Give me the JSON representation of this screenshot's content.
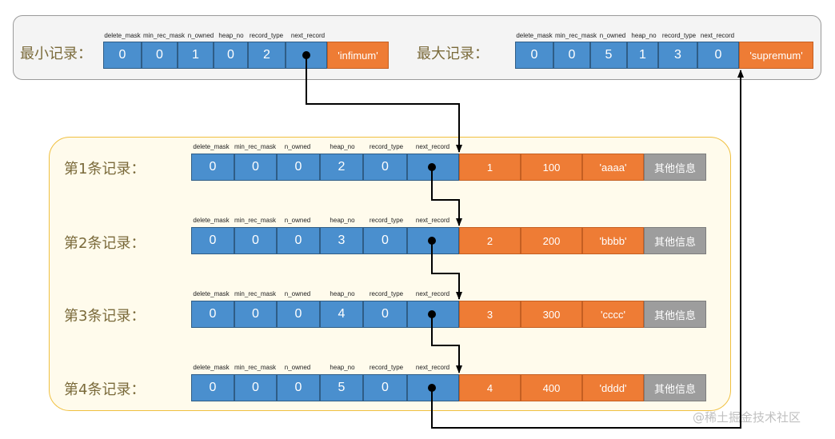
{
  "columns": [
    "delete_mask",
    "min_rec_mask",
    "n_owned",
    "heap_no",
    "record_type",
    "next_record"
  ],
  "infimum": {
    "label": "最小记录：",
    "values": [
      "0",
      "0",
      "1",
      "0",
      "2"
    ],
    "tag": "'infimum'"
  },
  "supremum": {
    "label": "最大记录：",
    "values": [
      "0",
      "0",
      "5",
      "1",
      "3",
      "0"
    ],
    "tag": "'supremum'"
  },
  "records": [
    {
      "label": "第1条记录：",
      "header": [
        "0",
        "0",
        "0",
        "2",
        "0"
      ],
      "data": [
        "1",
        "100",
        "'aaaa'"
      ],
      "other": "其他信息"
    },
    {
      "label": "第2条记录：",
      "header": [
        "0",
        "0",
        "0",
        "3",
        "0"
      ],
      "data": [
        "2",
        "200",
        "'bbbb'"
      ],
      "other": "其他信息"
    },
    {
      "label": "第3条记录：",
      "header": [
        "0",
        "0",
        "0",
        "4",
        "0"
      ],
      "data": [
        "3",
        "300",
        "'cccc'"
      ],
      "other": "其他信息"
    },
    {
      "label": "第4条记录：",
      "header": [
        "0",
        "0",
        "0",
        "5",
        "0"
      ],
      "data": [
        "4",
        "400",
        "'dddd'"
      ],
      "other": "其他信息"
    }
  ],
  "watermark": "@稀土掘金技术社区",
  "colors": {
    "header_cell": "#4a8fce",
    "data_cell": "#ee7c35",
    "other_cell": "#9d9d9d",
    "arrow": "#000000"
  }
}
